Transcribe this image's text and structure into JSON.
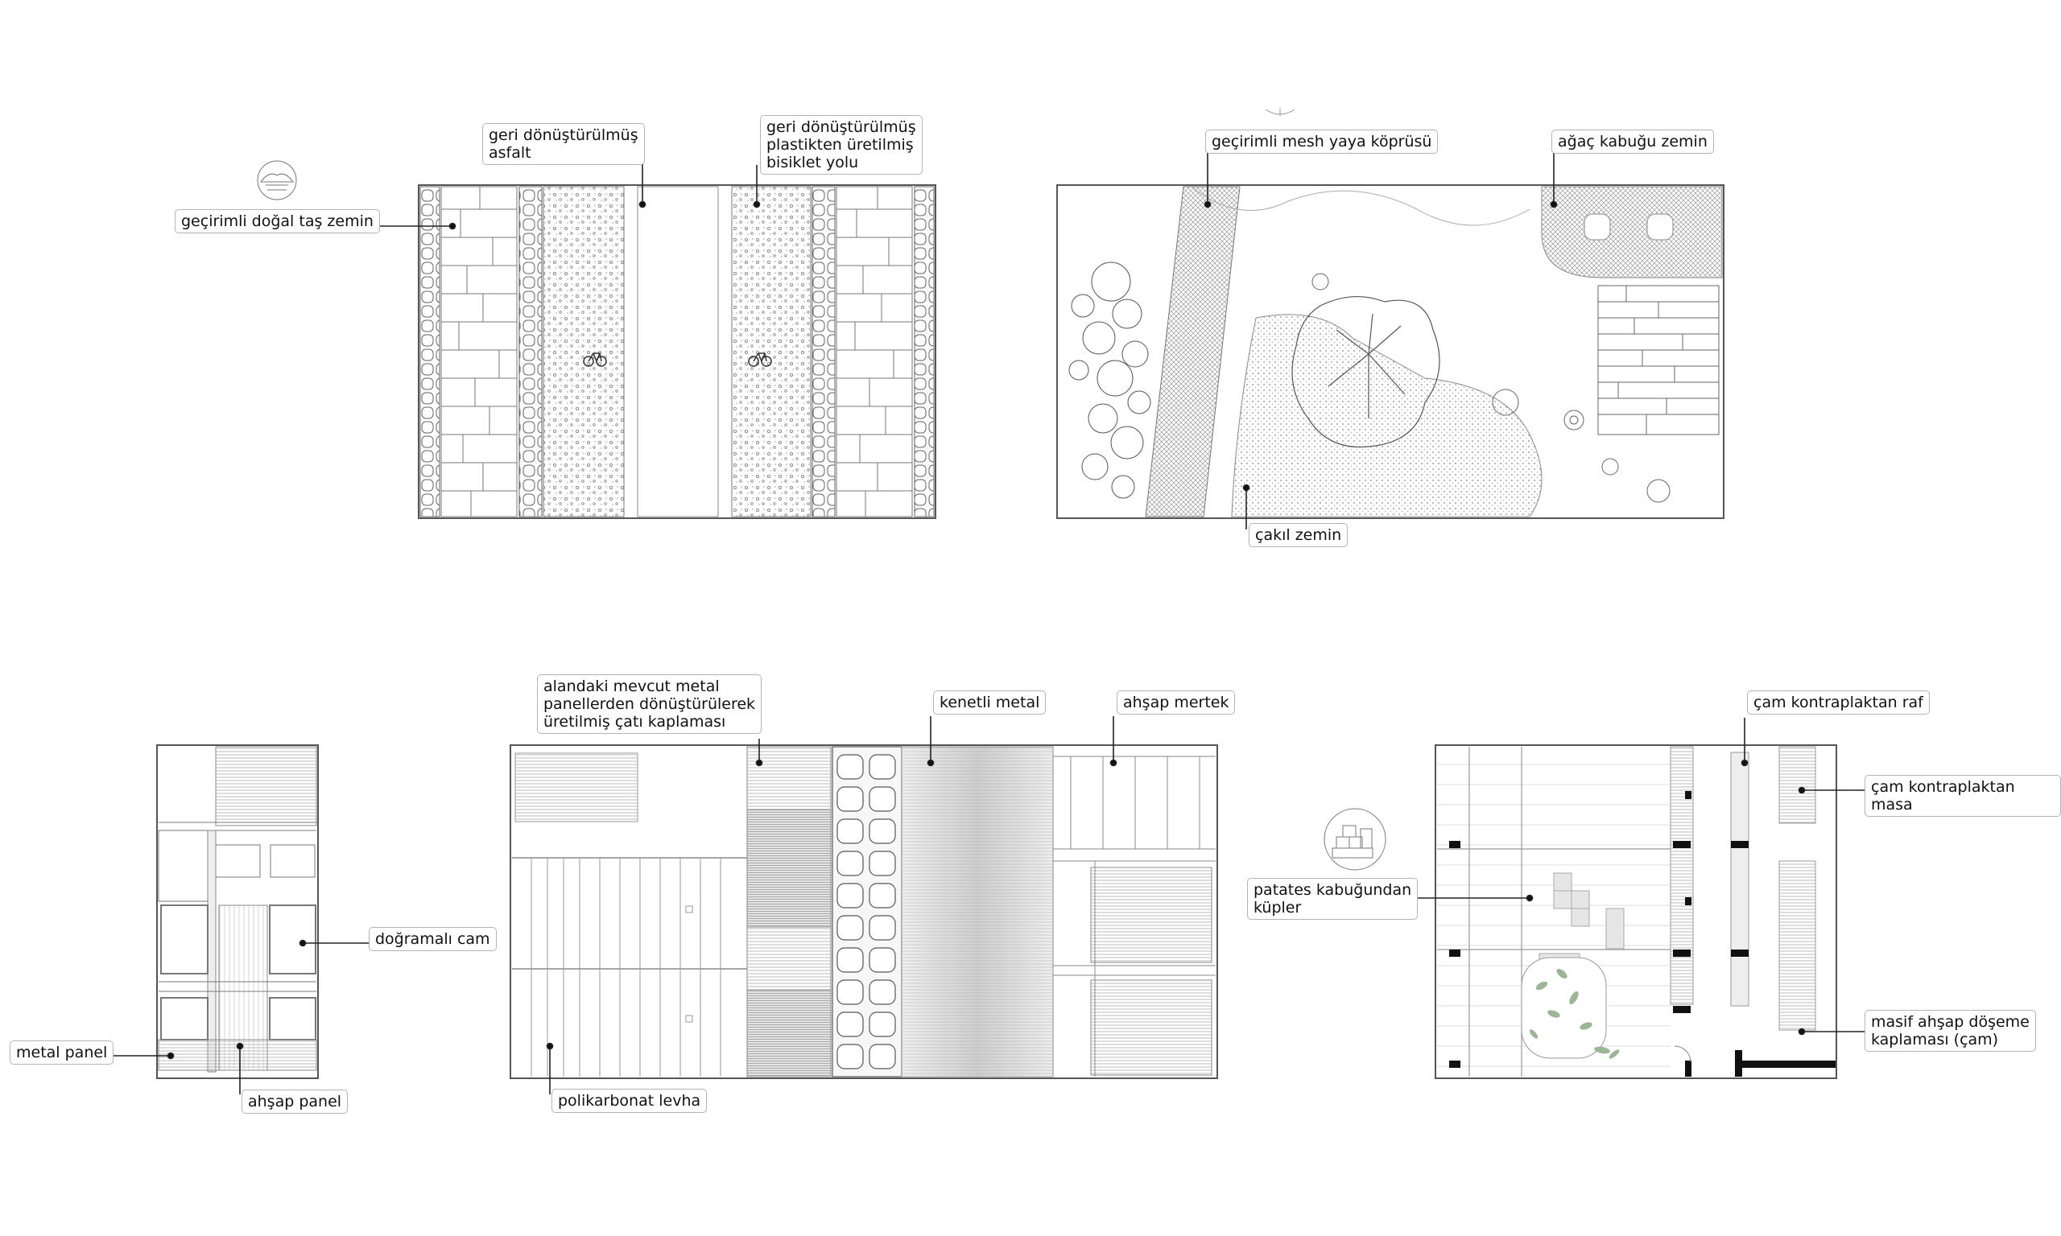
{
  "street_plan": {
    "labels": {
      "natural_stone": "geçirimli doğal taş zemin",
      "asphalt": "geri dönüştürülmüş\nasfalt",
      "bike_path": "geri dönüştürülmüş\nplastikten üretilmiş\nbisiklet yolu"
    }
  },
  "landscape_plan": {
    "labels": {
      "mesh_bridge": "geçirimli mesh yaya köprüsü",
      "bark": "ağaç kabuğu zemin",
      "gravel": "çakıl zemin"
    }
  },
  "facade_elevation": {
    "labels": {
      "glass": "doğramalı cam",
      "metal_panel": "metal panel",
      "wood_panel": "ahşap panel"
    }
  },
  "roof_plan": {
    "labels": {
      "recycled_roof": "alandaki mevcut metal\npanellerden dönüştürülerek\nüretilmiş çatı kaplaması",
      "standing_seam": "kenetli metal",
      "rafter": "ahşap mertek",
      "polycarbonate": "polikarbonat levha"
    }
  },
  "interior_plan": {
    "labels": {
      "pine_shelf": "çam kontraplaktan raf",
      "pine_table": "çam kontraplaktan masa",
      "potato_cubes": "patates kabuğundan\nküpler",
      "floor": "masif ahşap döşeme\nkaplaması (çam)"
    },
    "colors": {
      "plant": "#9bb596"
    }
  }
}
